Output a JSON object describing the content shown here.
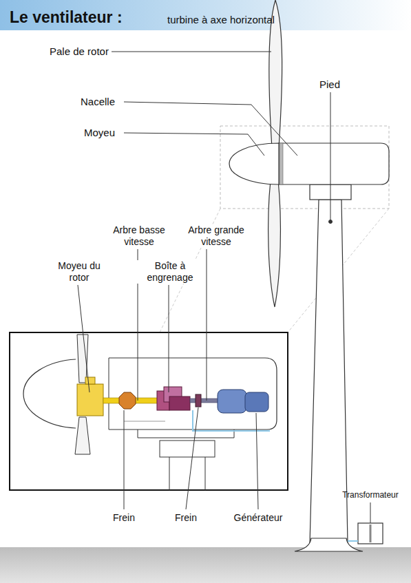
{
  "diagram": {
    "title": "Le ventilateur :",
    "labels": [
      "turbine à axe horizontal",
      "Pale de rotor",
      "Pied",
      "Nacelle",
      "Moyeu",
      "Arbre basse vitesse",
      "Arbre grande vitesse",
      "Moyeu du rotor",
      "Boîte à engrenage",
      "Frein",
      "Frein",
      "Générateur",
      "Transformateur"
    ]
  }
}
